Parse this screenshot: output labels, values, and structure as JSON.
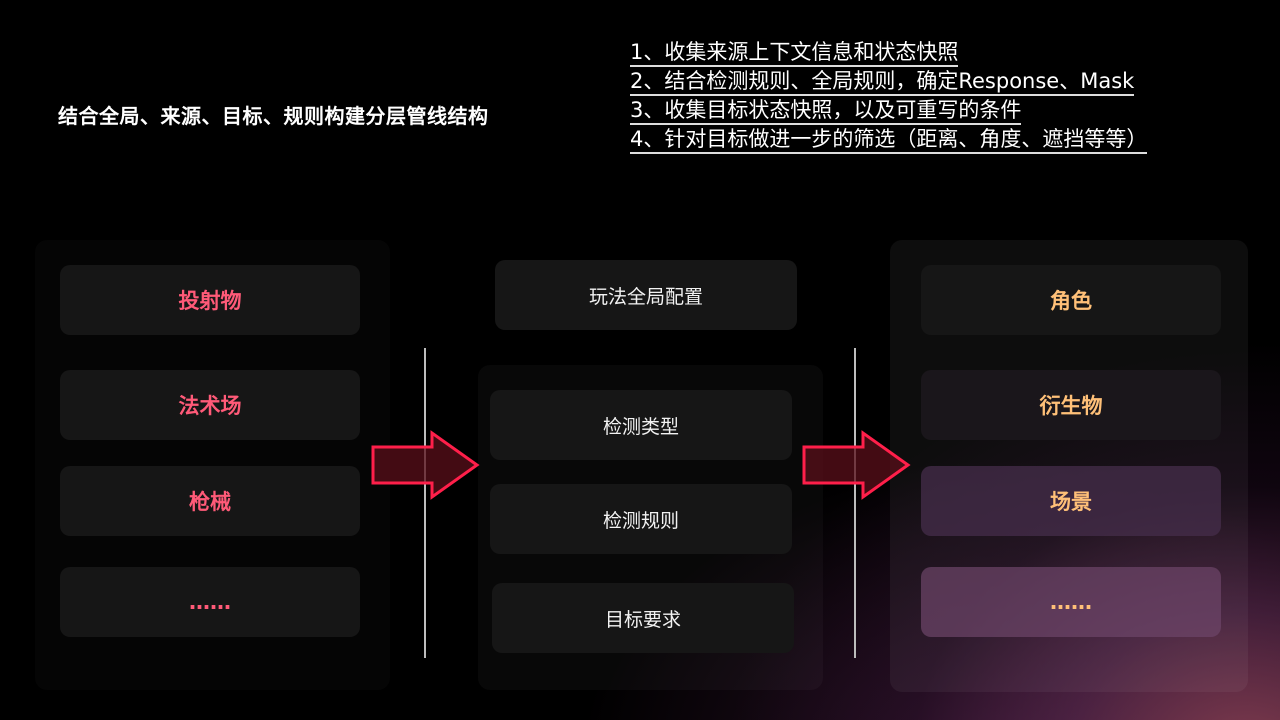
{
  "title": "结合全局、来源、目标、规则构建分层管线结构",
  "notes": [
    "1、收集来源上下文信息和状态快照",
    "2、结合检测规则、全局规则，确定Response、Mask",
    "3、收集目标状态快照，以及可重写的条件",
    "4、针对目标做进一步的筛选（距离、角度、遮挡等等）"
  ],
  "source_column": {
    "items": [
      "投射物",
      "法术场",
      "枪械",
      "……"
    ],
    "color": "#ff5a78"
  },
  "middle_column": {
    "items": [
      "玩法全局配置",
      "检测类型",
      "检测规则",
      "目标要求"
    ],
    "color": "#f2f2f2"
  },
  "target_column": {
    "items": [
      "角色",
      "衍生物",
      "场景",
      "……"
    ],
    "color": "#ffc078"
  },
  "arrows": {
    "color": "#ff1f4a",
    "fill": "#3a0b14",
    "labels": [
      "source-to-rules-arrow",
      "rules-to-target-arrow"
    ]
  }
}
